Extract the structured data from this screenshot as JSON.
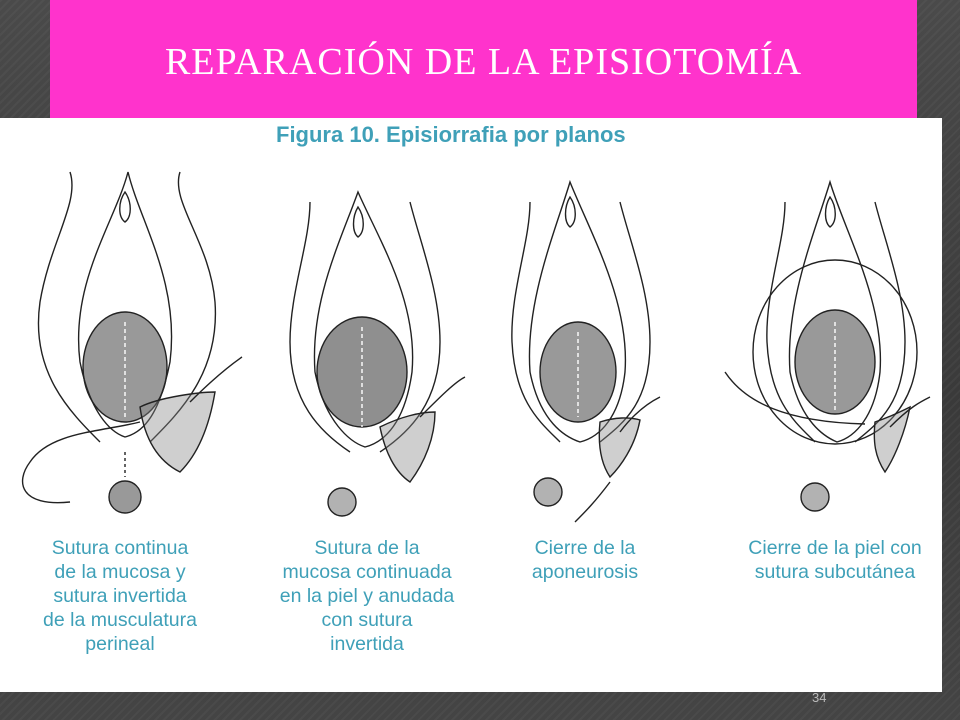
{
  "slide": {
    "title": "REPARACIÓN DE LA EPISIOTOMÍA",
    "page_number": "34",
    "accent_color": "#ff33cc",
    "caption_color": "#3fa0b8"
  },
  "figure": {
    "caption": "Figura 10. Episiorrafia por planos",
    "steps": [
      {
        "label": "Sutura continua\nde la mucosa y\nsutura invertida\nde la musculatura\nperineal",
        "illustration": "suture-step-1-illustration"
      },
      {
        "label": "Sutura de la\nmucosa continuada\nen la piel y anudada\ncon sutura\ninvertida",
        "illustration": "suture-step-2-illustration"
      },
      {
        "label": "Cierre de la\naponeurosis",
        "illustration": "suture-step-3-illustration"
      },
      {
        "label": "Cierre de la piel con\nsutura subcutánea",
        "illustration": "suture-step-4-illustration"
      }
    ]
  }
}
